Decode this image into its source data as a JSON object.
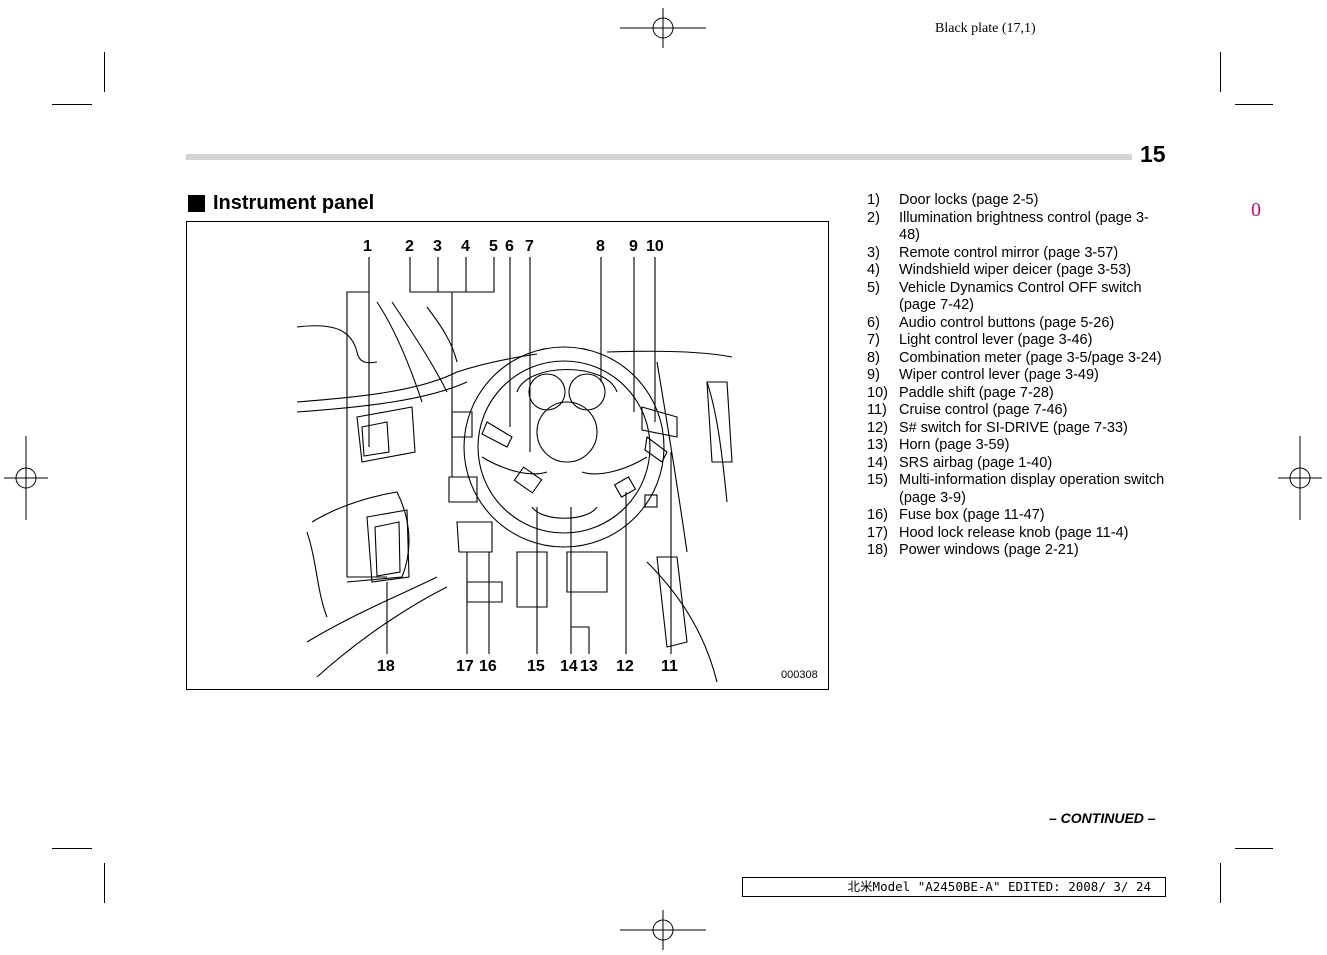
{
  "header": {
    "plate_label": "Black plate (17,1)",
    "page_number": "15",
    "margin_mark": "0"
  },
  "section": {
    "title": "Instrument panel"
  },
  "figure": {
    "top_callouts": [
      "1",
      "2",
      "3",
      "4",
      "5",
      "6",
      "7",
      "8",
      "9",
      "10"
    ],
    "bottom_callouts": [
      "18",
      "17",
      "16",
      "15",
      "14",
      "13",
      "12",
      "11"
    ],
    "figure_code": "000308"
  },
  "legend": {
    "items": [
      {
        "num": "1)",
        "text": "Door locks (page 2-5)"
      },
      {
        "num": "2)",
        "text": "Illumination brightness control (page 3-48)"
      },
      {
        "num": "3)",
        "text": "Remote control mirror (page 3-57)"
      },
      {
        "num": "4)",
        "text": "Windshield wiper deicer (page 3-53)"
      },
      {
        "num": "5)",
        "text": "Vehicle Dynamics Control OFF switch (page 7-42)"
      },
      {
        "num": "6)",
        "text": "Audio control buttons (page 5-26)"
      },
      {
        "num": "7)",
        "text": "Light control lever (page 3-46)"
      },
      {
        "num": "8)",
        "text": "Combination meter (page 3-5/page 3-24)"
      },
      {
        "num": "9)",
        "text": "Wiper control lever (page 3-49)"
      },
      {
        "num": "10)",
        "text": "Paddle shift (page 7-28)"
      },
      {
        "num": "11)",
        "text": "Cruise control (page 7-46)"
      },
      {
        "num": "12)",
        "text": "S# switch for SI-DRIVE (page 7-33)"
      },
      {
        "num": "13)",
        "text": "Horn (page 3-59)"
      },
      {
        "num": "14)",
        "text": "SRS airbag (page 1-40)"
      },
      {
        "num": "15)",
        "text": "Multi-information display operation switch (page 3-9)"
      },
      {
        "num": "16)",
        "text": "Fuse box (page 11-47)"
      },
      {
        "num": "17)",
        "text": "Hood lock release knob (page 11-4)"
      },
      {
        "num": "18)",
        "text": "Power windows (page 2-21)"
      }
    ]
  },
  "footer": {
    "continued": "– CONTINUED –",
    "edit_info": "北米Model \"A2450BE-A\" EDITED: 2008/ 3/ 24"
  }
}
